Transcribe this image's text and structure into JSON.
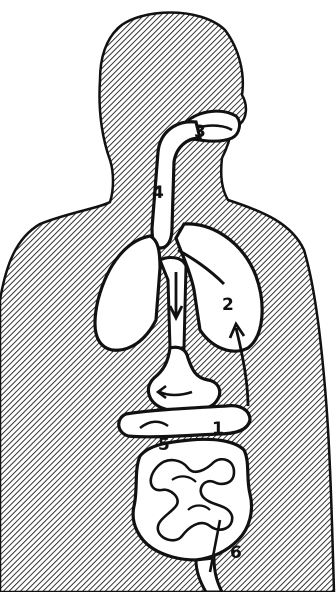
{
  "diagram": {
    "colors": {
      "ink": "#111111",
      "paper": "#ffffff"
    },
    "labels": {
      "l1": "1",
      "l2": "2",
      "l3": "3",
      "l4": "4",
      "l5": "5",
      "l6": "6"
    }
  }
}
